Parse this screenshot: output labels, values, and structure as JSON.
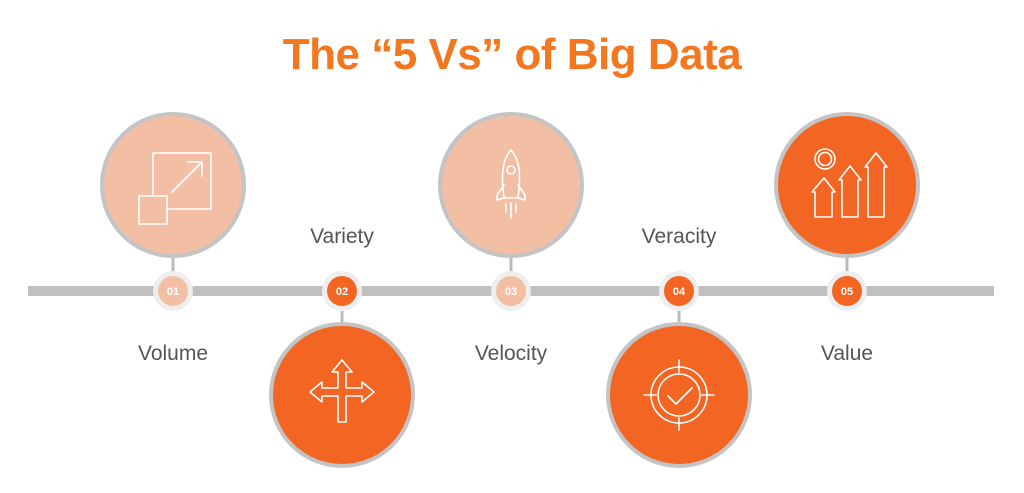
{
  "title": "The “5 Vs” of Big Data",
  "colors": {
    "light": "#f2bfa5",
    "dark": "#f26522",
    "ring": "#c4c4c4",
    "line": "#c0c0c0"
  },
  "steps": [
    {
      "number": "01",
      "label": "Volume",
      "icon": "resize-expand-icon"
    },
    {
      "number": "02",
      "label": "Variety",
      "icon": "multi-direction-arrows-icon"
    },
    {
      "number": "03",
      "label": "Velocity",
      "icon": "rocket-icon"
    },
    {
      "number": "04",
      "label": "Veracity",
      "icon": "target-check-icon"
    },
    {
      "number": "05",
      "label": "Value",
      "icon": "growth-arrows-dollar-icon"
    }
  ]
}
